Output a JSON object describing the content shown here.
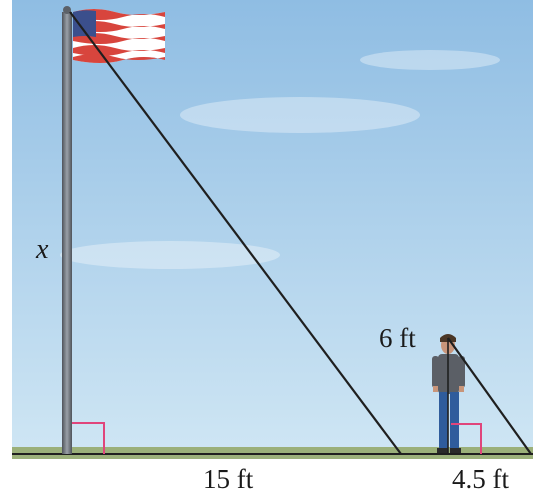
{
  "labels": {
    "pole_height": "x",
    "person_height": "6 ft",
    "pole_shadow": "15 ft",
    "person_shadow": "4.5 ft"
  },
  "colors": {
    "sky_top": "#8fbde3",
    "sky_bottom": "#cfe6f4",
    "ground": "#9bb07a",
    "pole": "#6c7178",
    "right_angle_marker": "#e0457b",
    "lines": "#1f1f1f",
    "flag_red": "#d8453d",
    "flag_blue": "#3b4f8c"
  },
  "icons": {
    "flag": "us-flag-icon",
    "person": "standing-person-icon"
  }
}
